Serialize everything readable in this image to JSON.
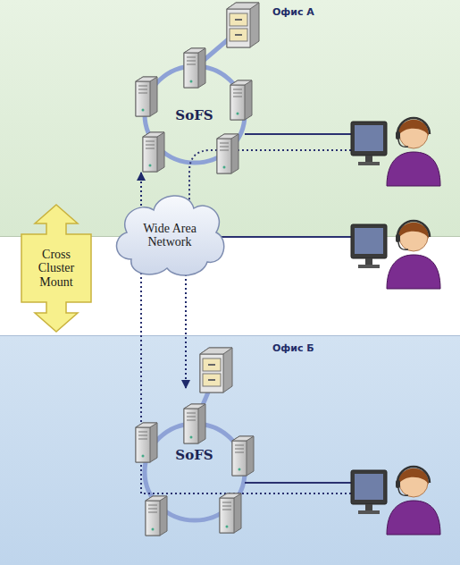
{
  "diagram": {
    "nodes": [
      {
        "text": [
          "Офис А"
        ]
      },
      {
        "text": [
          "SoFS"
        ],
        "in": 0
      },
      {
        "text": [
          "Cross Cluster Mount"
        ]
      },
      {
        "text": [
          "Wide Area Network"
        ]
      },
      {
        "text": [
          "Офис Б"
        ]
      },
      {
        "text": [
          "SoFS"
        ],
        "in": 4
      }
    ],
    "edges": [
      {
        "from": 3,
        "to": 1,
        "arrow": "to"
      },
      {
        "from": 3,
        "to": 5,
        "arrow": "to"
      }
    ]
  }
}
